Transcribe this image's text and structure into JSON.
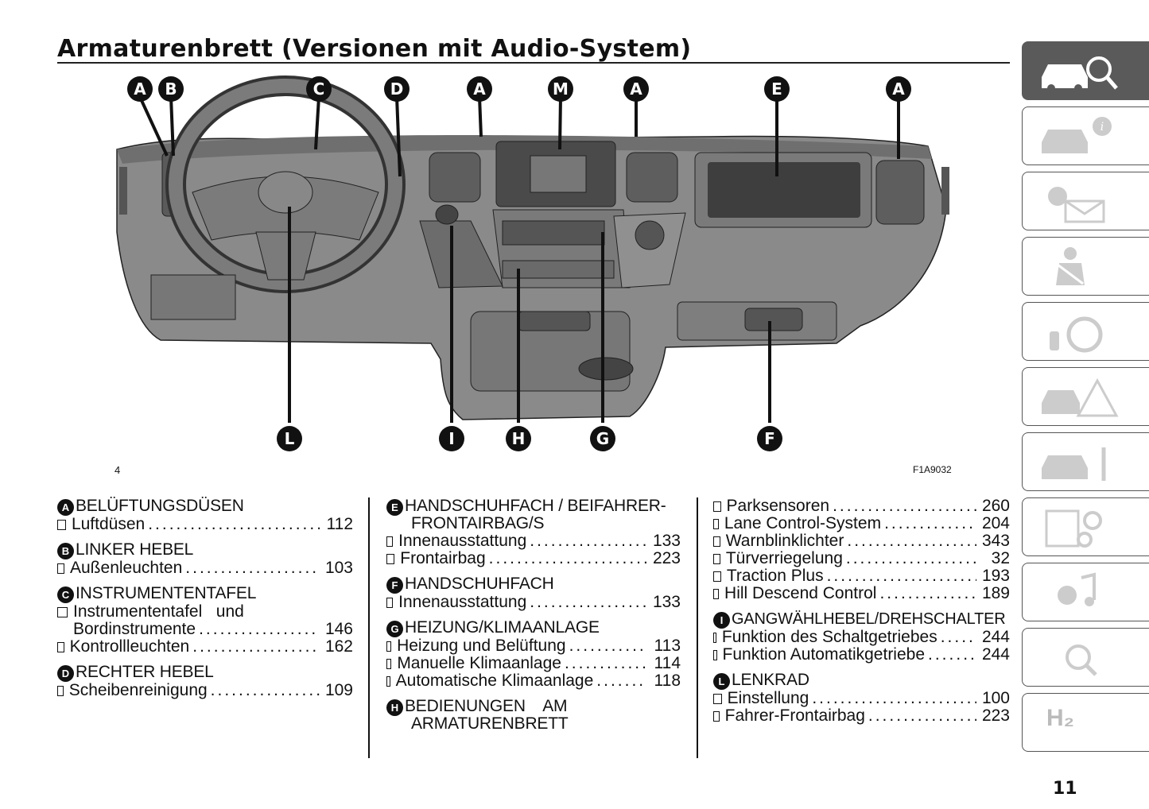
{
  "page": {
    "title": "Armaturenbrett (Versionen mit Audio-System)",
    "figure_code": "F1A9032",
    "figure_small_number": "4",
    "page_number": "11"
  },
  "callouts": {
    "a": "A",
    "b": "B",
    "c": "C",
    "d": "D",
    "e": "E",
    "f": "F",
    "g": "G",
    "h": "H",
    "i": "I",
    "l": "L",
    "m": "M"
  },
  "col1": {
    "a_letter": "A",
    "a_title": "BELÜFTUNGSDÜSEN",
    "a1_label": "Luftdüsen",
    "a1_page": "112",
    "b_letter": "B",
    "b_title": "LINKER HEBEL",
    "b1_label": "Außenleuchten",
    "b1_page": "103",
    "c_letter": "C",
    "c_title": "INSTRUMENTENTAFEL",
    "c1_label_line1": "Instrumententafel   und",
    "c1_label_line2": "Bordinstrumente",
    "c1_page": "146",
    "c2_label": "Kontrollleuchten",
    "c2_page": "162",
    "d_letter": "D",
    "d_title": "RECHTER HEBEL",
    "d1_label": "Scheibenreinigung",
    "d1_page": "109"
  },
  "col2": {
    "e_letter": "E",
    "e_title_line1": "HANDSCHUHFACH / BEIFAHRER-",
    "e_title_line2": "FRONTAIRBAG/S",
    "e1_label": "Innenausstattung",
    "e1_page": "133",
    "e2_label": "Frontairbag",
    "e2_page": "223",
    "f_letter": "F",
    "f_title": "HANDSCHUHFACH",
    "f1_label": "Innenausstattung",
    "f1_page": "133",
    "g_letter": "G",
    "g_title": "HEIZUNG/KLIMAANLAGE",
    "g1_label": "Heizung und Belüftung",
    "g1_page": "113",
    "g2_label": "Manuelle Klimaanlage",
    "g2_page": "114",
    "g3_label": "Automatische Klimaanlage",
    "g3_page": "118",
    "h_letter": "H",
    "h_title_line1": "BEDIENUNGEN    AM",
    "h_title_line2": "ARMATURENBRETT"
  },
  "col3": {
    "x1_label": "Parksensoren",
    "x1_page": "260",
    "x2_label": "Lane Control-System",
    "x2_page": "204",
    "x3_label": "Warnblinklichter",
    "x3_page": "343",
    "x4_label": "Türverriegelung",
    "x4_page": "32",
    "x5_label": "Traction Plus",
    "x5_page": "193",
    "x6_label": "Hill Descend Control",
    "x6_page": "189",
    "i_letter": "I",
    "i_title": "GANGWÄHLHEBEL/DREHSCHALTER",
    "i1_label": "Funktion des Schaltgetriebes",
    "i1_page": "244",
    "i2_label": "Funktion Automatikgetriebe",
    "i2_page": "244",
    "l_letter": "L",
    "l_title": "LENKRAD",
    "l1_label": "Einstellung",
    "l1_page": "100",
    "l2_label": "Fahrer-Frontairbag",
    "l2_page": "223"
  },
  "tabs": {
    "t10": "H₂"
  },
  "colors": {
    "ink": "#111111",
    "dashboard_gray": "#8a8a8a",
    "active_tab": "#5a5a5a"
  }
}
